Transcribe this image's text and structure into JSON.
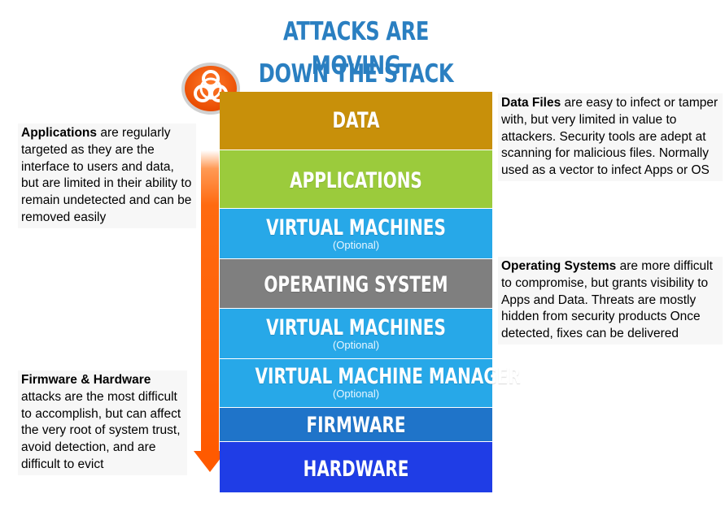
{
  "title": {
    "line1": "ATTACKS ARE MOVING",
    "line2": "DOWN THE STACK"
  },
  "icon": "biohazard-icon",
  "colors": {
    "title": "#2a7fc1",
    "arrow": "#ff5a00",
    "data": "#c8900a",
    "applications": "#9bcb3c",
    "virtual_machines": "#27a8e8",
    "operating_system": "#7f7f7f",
    "virtual_machine_manager": "#27a8e8",
    "firmware": "#1f74c9",
    "hardware": "#1f3de6"
  },
  "stack": [
    {
      "name": "DATA",
      "optional": ""
    },
    {
      "name": "APPLICATIONS",
      "optional": ""
    },
    {
      "name": "VIRTUAL MACHINES",
      "optional": "(Optional)"
    },
    {
      "name": "OPERATING SYSTEM",
      "optional": ""
    },
    {
      "name": "VIRTUAL MACHINES",
      "optional": "(Optional)"
    },
    {
      "name": "VIRTUAL MACHINE MANAGER",
      "optional": "(Optional)"
    },
    {
      "name": "FIRMWARE",
      "optional": ""
    },
    {
      "name": "HARDWARE",
      "optional": ""
    }
  ],
  "callouts": {
    "applications": {
      "bold": "Applications",
      "text": " are regularly targeted as they are the interface to users and data, but are limited in their ability to remain undetected and can be removed easily"
    },
    "firmware": {
      "bold": "Firmware & Hardware",
      "text": " attacks are the most difficult to accomplish, but can affect the very root of system trust, avoid detection, and are difficult to evict"
    },
    "data_files": {
      "bold": "Data Files",
      "text": " are easy to infect or tamper with, but very limited in value to attackers.  Security tools are adept at scanning for malicious files.  Normally used as a vector to infect Apps or OS"
    },
    "operating_systems": {
      "bold": "Operating Systems",
      "text": " are more difficult to compromise, but grants visibility to Apps and Data. Threats are mostly hidden from security products  Once detected, fixes can be delivered"
    }
  }
}
